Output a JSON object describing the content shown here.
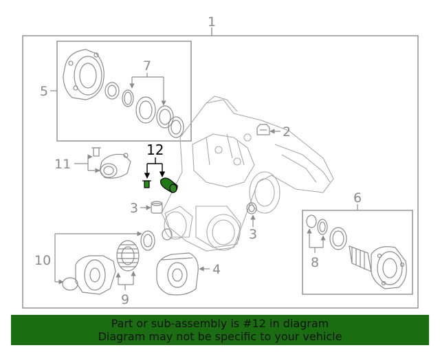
{
  "colors": {
    "line": "#8a8a8a",
    "highlight_part": "#1f7a14",
    "banner_bg": "#1b6d12",
    "banner_text": "#111111"
  },
  "callouts": {
    "c1": "1",
    "c2": "2",
    "c3a": "3",
    "c3b": "3",
    "c4": "4",
    "c5": "5",
    "c6": "6",
    "c7": "7",
    "c8": "8",
    "c9": "9",
    "c10": "10",
    "c11": "11",
    "c12": "12"
  },
  "highlighted_part": "12",
  "banner": {
    "line1": "Part or sub-assembly is #12 in diagram",
    "line2": "Diagram may not be specific to your vehicle"
  }
}
